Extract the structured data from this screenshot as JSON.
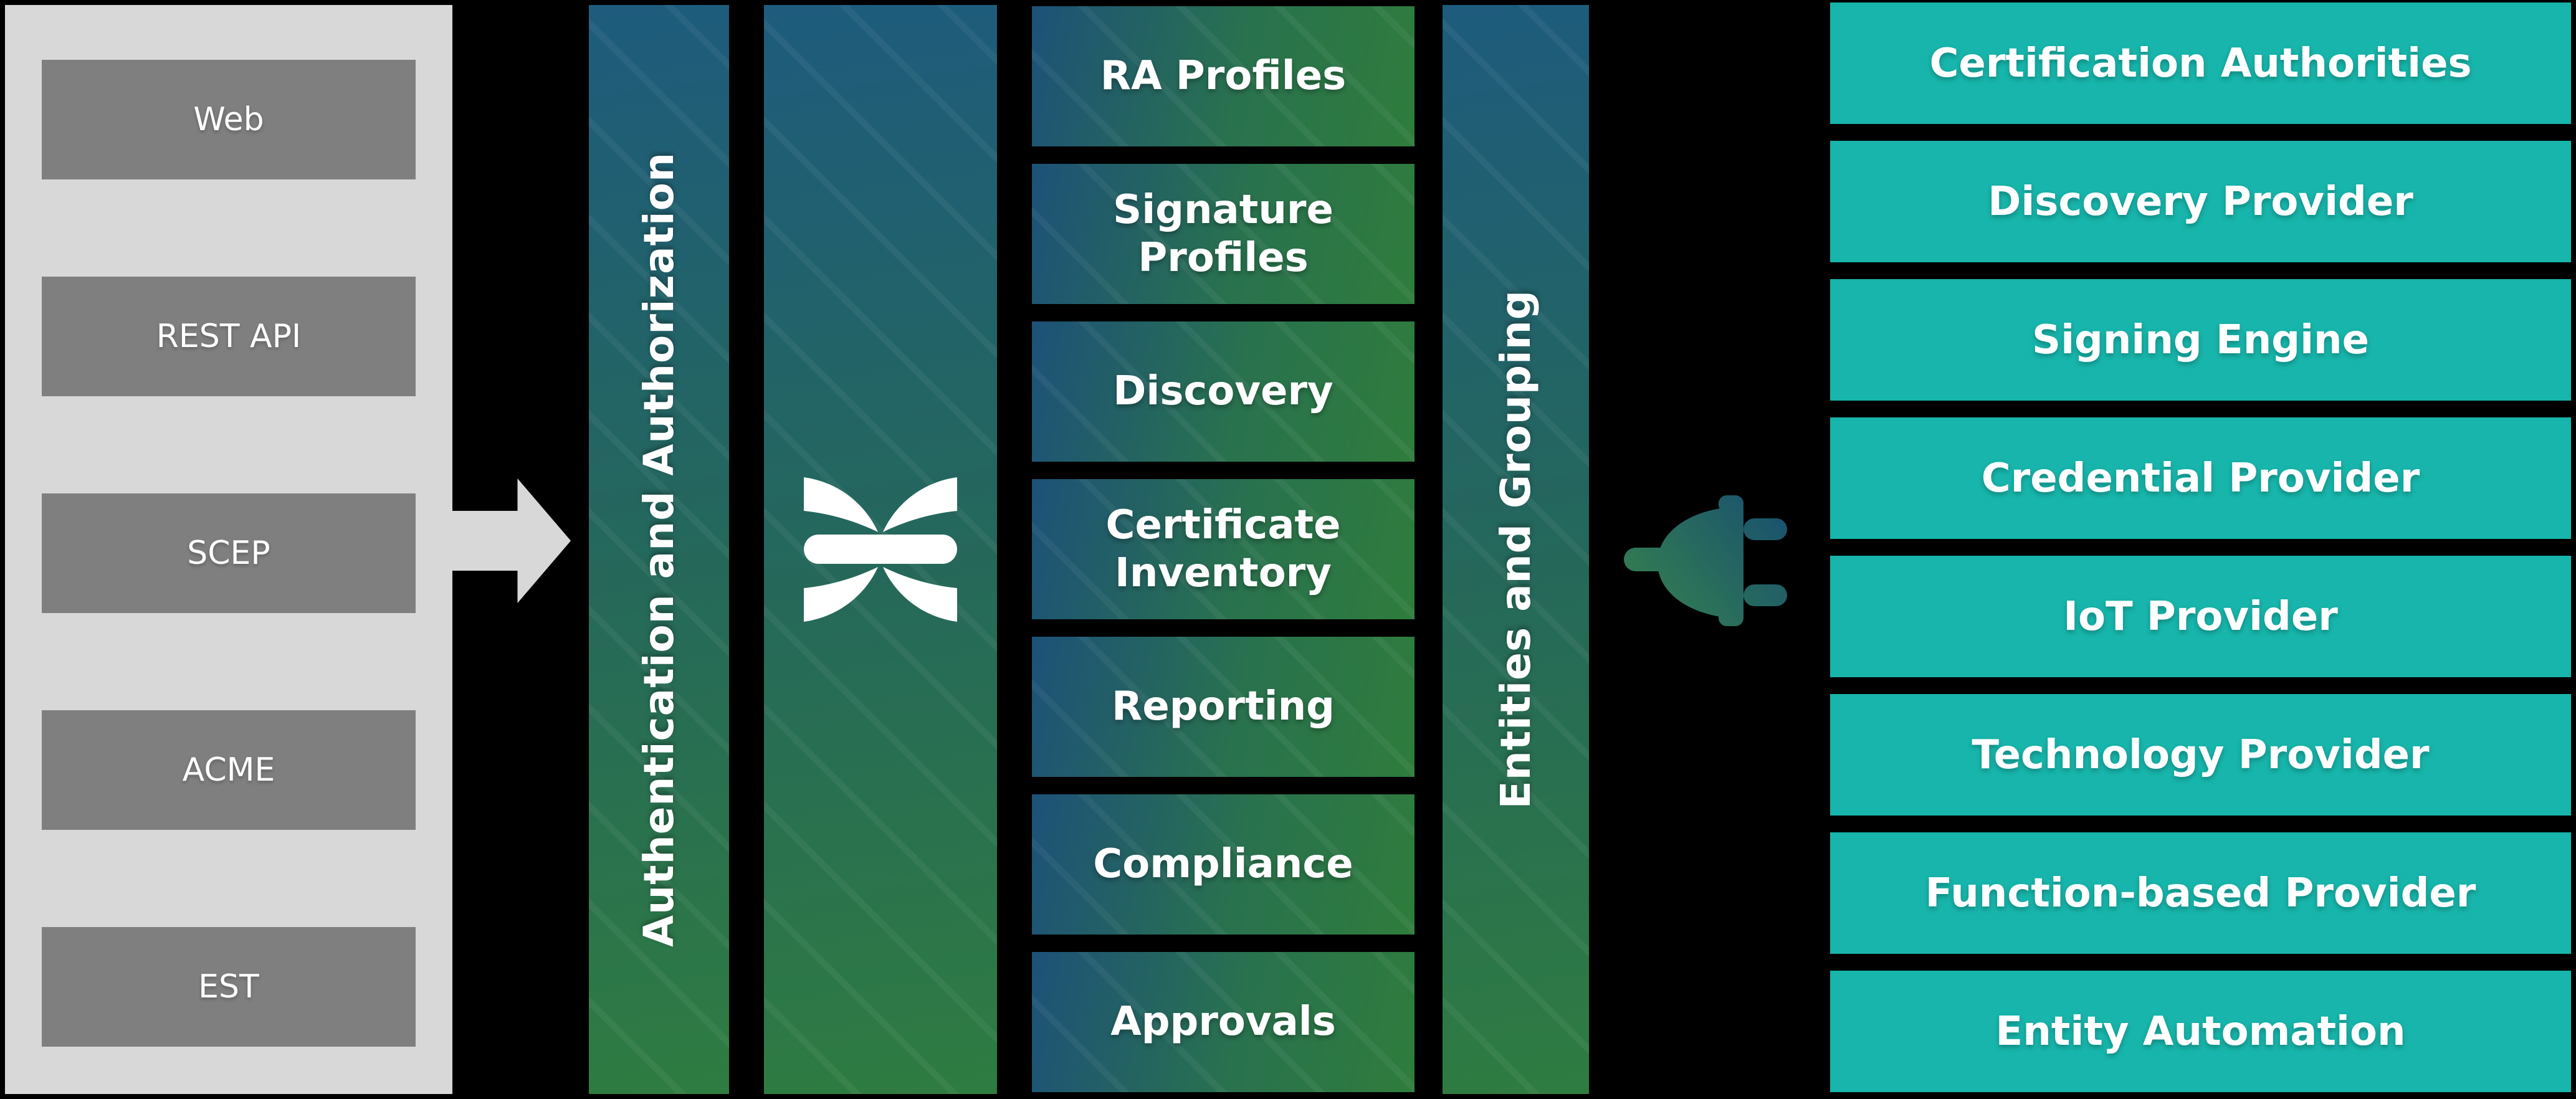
{
  "colors": {
    "background": "#000000",
    "panel_gray": "#d8d8d8",
    "protocol_gray": "#7f7f7f",
    "arrow_gray": "#d8d8d8",
    "gradient_blue": "#1e5b7d",
    "gradient_green": "#2f7c41",
    "provider_teal": "#17b5ab",
    "label_white": "#ffffff"
  },
  "left_panel": {
    "protocols": [
      "Web",
      "REST API",
      "SCEP",
      "ACME",
      "EST"
    ]
  },
  "bars": {
    "auth_label": "Authentication and Authorization",
    "entities_label": "Entities and Grouping"
  },
  "core_modules": [
    "RA Profiles",
    "Signature Profiles",
    "Discovery",
    "Certificate Inventory",
    "Reporting",
    "Compliance",
    "Approvals"
  ],
  "providers": [
    "Certification Authorities",
    "Discovery Provider",
    "Signing Engine",
    "Credential Provider",
    "IoT Provider",
    "Technology Provider",
    "Function-based Provider",
    "Entity Automation"
  ]
}
